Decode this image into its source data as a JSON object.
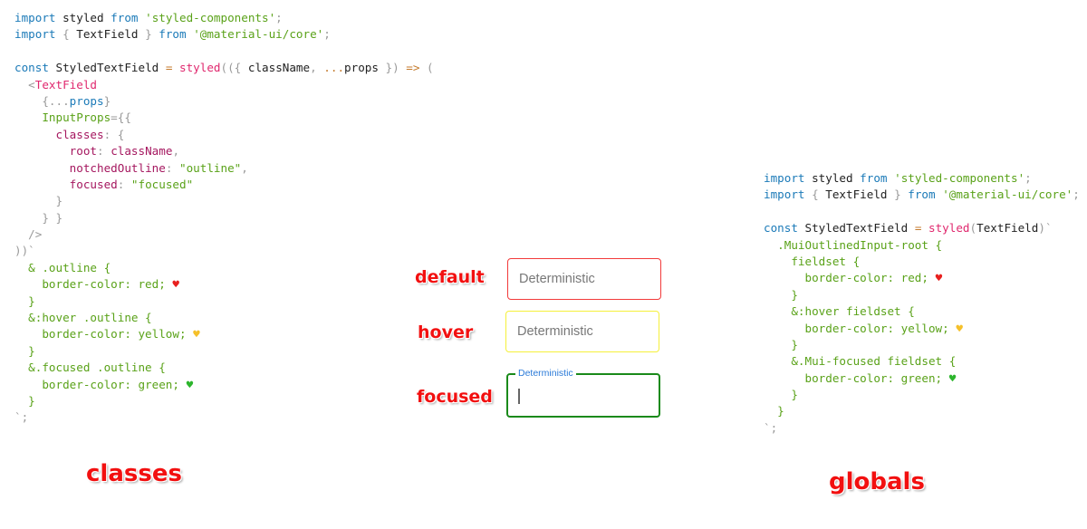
{
  "left_code": [
    [
      [
        "import",
        "kw"
      ],
      [
        " styled ",
        "txt"
      ],
      [
        "from",
        "kw"
      ],
      [
        " ",
        "txt"
      ],
      [
        "'styled-components'",
        "str"
      ],
      [
        ";",
        "punc"
      ]
    ],
    [
      [
        "import",
        "kw"
      ],
      [
        " { ",
        "punc"
      ],
      [
        "TextField",
        "txt"
      ],
      [
        " } ",
        "punc"
      ],
      [
        "from",
        "kw"
      ],
      [
        " ",
        "txt"
      ],
      [
        "'@material-ui/core'",
        "str"
      ],
      [
        ";",
        "punc"
      ]
    ],
    [],
    [
      [
        "const",
        "kw"
      ],
      [
        " StyledTextField ",
        "txt"
      ],
      [
        "=",
        "op"
      ],
      [
        " ",
        "txt"
      ],
      [
        "styled",
        "fn"
      ],
      [
        "(({ ",
        "punc"
      ],
      [
        "className",
        "txt"
      ],
      [
        ", ",
        "punc"
      ],
      [
        "...",
        "op"
      ],
      [
        "props",
        "txt"
      ],
      [
        " }) ",
        "punc"
      ],
      [
        "=>",
        "op"
      ],
      [
        " (",
        "punc"
      ]
    ],
    [
      [
        "  <",
        "punc"
      ],
      [
        "TextField",
        "fn"
      ]
    ],
    [
      [
        "    {...",
        "punc"
      ],
      [
        "props",
        "kw"
      ],
      [
        "}",
        "punc"
      ]
    ],
    [
      [
        "    ",
        "txt"
      ],
      [
        "InputProps",
        "str"
      ],
      [
        "={{",
        "punc"
      ]
    ],
    [
      [
        "      ",
        "txt"
      ],
      [
        "classes",
        "prop"
      ],
      [
        ": {",
        "punc"
      ]
    ],
    [
      [
        "        ",
        "txt"
      ],
      [
        "root",
        "prop"
      ],
      [
        ": ",
        "punc"
      ],
      [
        "className",
        "prop"
      ],
      [
        ",",
        "punc"
      ]
    ],
    [
      [
        "        ",
        "txt"
      ],
      [
        "notchedOutline",
        "prop"
      ],
      [
        ": ",
        "punc"
      ],
      [
        "\"outline\"",
        "str"
      ],
      [
        ",",
        "punc"
      ]
    ],
    [
      [
        "        ",
        "txt"
      ],
      [
        "focused",
        "prop"
      ],
      [
        ": ",
        "punc"
      ],
      [
        "\"focused\"",
        "str"
      ]
    ],
    [
      [
        "      }",
        "punc"
      ]
    ],
    [
      [
        "    } }",
        "punc"
      ]
    ],
    [
      [
        "  />",
        "punc"
      ]
    ],
    [
      [
        "))`",
        "punc"
      ]
    ],
    [
      [
        "  & .outline {",
        "str"
      ]
    ],
    [
      [
        "    border-color: red; ",
        "str"
      ],
      [
        "♥",
        "heart-red"
      ]
    ],
    [
      [
        "  }",
        "str"
      ]
    ],
    [
      [
        "  &:hover .outline {",
        "str"
      ]
    ],
    [
      [
        "    border-color: yellow; ",
        "str"
      ],
      [
        "♥",
        "heart-yellow"
      ]
    ],
    [
      [
        "  }",
        "str"
      ]
    ],
    [
      [
        "  &.focused .outline {",
        "str"
      ]
    ],
    [
      [
        "    border-color: green; ",
        "str"
      ],
      [
        "♥",
        "heart-green"
      ]
    ],
    [
      [
        "  }",
        "str"
      ]
    ],
    [
      [
        "`;",
        "punc"
      ]
    ]
  ],
  "right_code": [
    [
      [
        "import",
        "kw"
      ],
      [
        " styled ",
        "txt"
      ],
      [
        "from",
        "kw"
      ],
      [
        " ",
        "txt"
      ],
      [
        "'styled-components'",
        "str"
      ],
      [
        ";",
        "punc"
      ]
    ],
    [
      [
        "import",
        "kw"
      ],
      [
        " { ",
        "punc"
      ],
      [
        "TextField",
        "txt"
      ],
      [
        " } ",
        "punc"
      ],
      [
        "from",
        "kw"
      ],
      [
        " ",
        "txt"
      ],
      [
        "'@material-ui/core'",
        "str"
      ],
      [
        ";",
        "punc"
      ]
    ],
    [],
    [
      [
        "const",
        "kw"
      ],
      [
        " StyledTextField ",
        "txt"
      ],
      [
        "=",
        "op"
      ],
      [
        " ",
        "txt"
      ],
      [
        "styled",
        "fn"
      ],
      [
        "(",
        "punc"
      ],
      [
        "TextField",
        "txt"
      ],
      [
        ")`",
        "punc"
      ]
    ],
    [
      [
        "  .MuiOutlinedInput-root {",
        "str"
      ]
    ],
    [
      [
        "    fieldset {",
        "str"
      ]
    ],
    [
      [
        "      border-color: red; ",
        "str"
      ],
      [
        "♥",
        "heart-red"
      ]
    ],
    [
      [
        "    }",
        "str"
      ]
    ],
    [
      [
        "    &:hover fieldset {",
        "str"
      ]
    ],
    [
      [
        "      border-color: yellow; ",
        "str"
      ],
      [
        "♥",
        "heart-yellow"
      ]
    ],
    [
      [
        "    }",
        "str"
      ]
    ],
    [
      [
        "    &.Mui-focused fieldset {",
        "str"
      ]
    ],
    [
      [
        "      border-color: green; ",
        "str"
      ],
      [
        "♥",
        "heart-green"
      ]
    ],
    [
      [
        "    }",
        "str"
      ]
    ],
    [
      [
        "  }",
        "str"
      ]
    ],
    [
      [
        "`;",
        "punc"
      ]
    ]
  ],
  "labels": {
    "default": "default",
    "hover": "hover",
    "focused": "focused",
    "classes": "classes",
    "globals": "globals"
  },
  "fields": {
    "default": {
      "placeholder": "Deterministic",
      "border": "#f23a3a"
    },
    "hover": {
      "placeholder": "Deterministic",
      "border": "#f5f03a"
    },
    "focused": {
      "label": "Deterministic",
      "border": "#1a8a1a"
    }
  }
}
